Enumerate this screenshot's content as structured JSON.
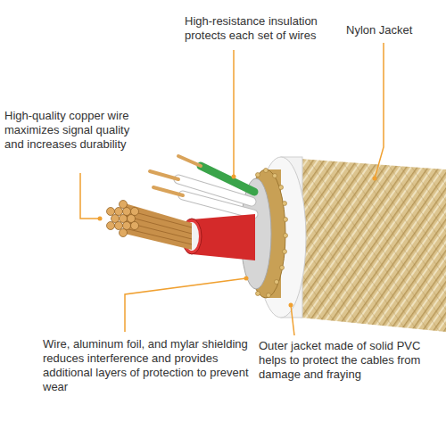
{
  "diagram": {
    "labels": [
      "High-resistance insulation protects each set of wires",
      "Nylon Jacket",
      "High-quality copper wire maximizes signal quality and increases durability",
      "Wire, aluminum foil, and mylar shielding reduces interference and provides additional layers of protection to prevent wear",
      "Outer jacket made of solid PVC helps to protect the cables from damage and fraying"
    ]
  }
}
